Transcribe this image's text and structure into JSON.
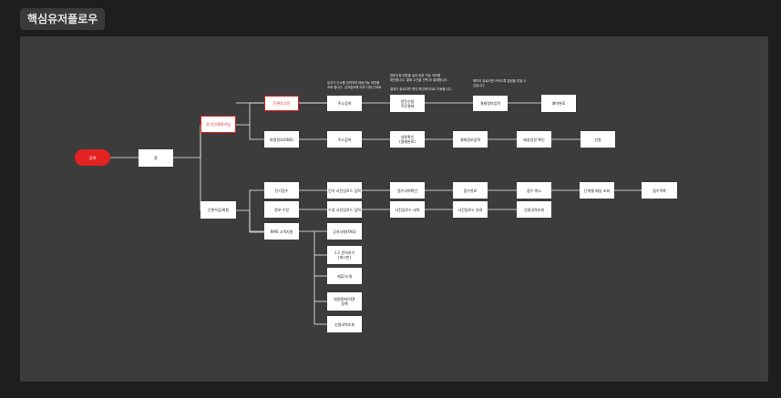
{
  "title": "핵심유저플로우",
  "nodes": {
    "start": "검색",
    "home": "홈",
    "login": "로그인/회원가입",
    "easy_join": "간편가입/회원",
    "easy_signin": "간편로그인",
    "user_info": "회원정보(SNS)",
    "addr1": "주소검색",
    "addr2": "주소검색",
    "order1": "방문신청\n주문결제",
    "order2": "내용확인\n(결제완료)",
    "mypage_order": "결제정보입력",
    "confirm_pay": "배송일정 확인",
    "final1": "예약완료",
    "final2": "신청",
    "r1a": "진기접수",
    "r1b": "진기 사진업로드 입력",
    "r1c": "접수내역확인",
    "r1d": "접수완료",
    "r1e": "접수 취소",
    "r1f": "단계별 배송 조회",
    "r1g": "접수목록",
    "r2a": "정보 수정",
    "r2b": "수정 사진업로드 입력",
    "r2c": "사진업로드 내역",
    "r2d": "사진업로드 완료",
    "r2e": "신청내역조회",
    "r3a": "RMS 고객지원",
    "s1": "공지사항(FAQ)",
    "s2": "1:1 문의하기\n(게시판)",
    "s3": "제휴/소개",
    "s4": "회원탈퇴/약관\n정책",
    "s5": "신청내역조회"
  },
  "notes": {
    "n1": "유저가 주소를 입력하여 배송가능 여부를\n조회 합니다. 검색결과에 따라 다음 단계로",
    "n2": "방문신청 버튼을 눌러 방문 가능 여부를\n확인합니다. 결제 수단을 선택 후 결제합니다.\n\n결제가 완료되면 예약 확인페이지로 이동합니다.",
    "n3": "예약이 완료되면 카카오톡 알림을 받을 수\n있습니다."
  }
}
